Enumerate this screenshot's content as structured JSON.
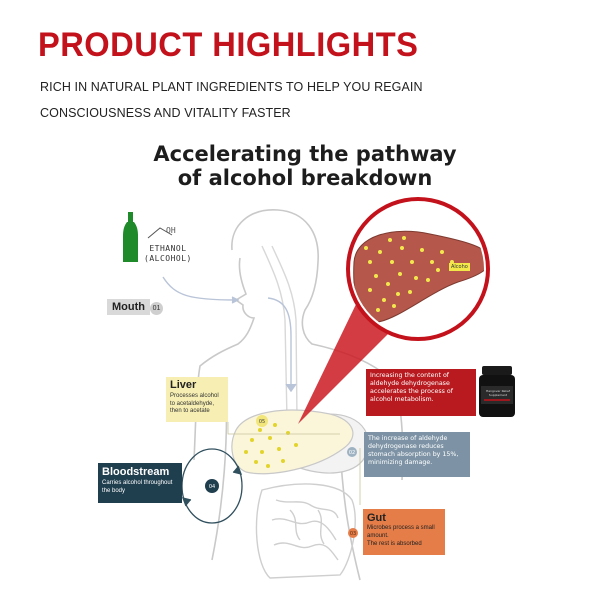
{
  "header": {
    "title": "PRODUCT HIGHLIGHTS",
    "subtitle_line1": "RICH IN NATURAL PLANT INGREDIENTS TO HELP YOU REGAIN",
    "subtitle_line2": "CONSCIOUSNESS AND VITALITY FASTER"
  },
  "diagram": {
    "title_line1": "Accelerating the pathway",
    "title_line2": "of alcohol breakdown",
    "molecule_oh": "OH",
    "ethanol_line1": "ETHANOL",
    "ethanol_line2": "(ALCOHOL)",
    "alcohol_tag": "Alcoho",
    "mouth": {
      "label": "Mouth",
      "step": "01"
    },
    "stomach_step": "02",
    "gut_step": "03",
    "bloodstream_step": "04",
    "liver_step": "05",
    "liver": {
      "title": "Liver",
      "description": "Processes alcohol to acetaldehyde, then to acetate"
    },
    "bloodstream": {
      "title": "Bloodstream",
      "description": "Carries alcohol throughout the body"
    },
    "gut": {
      "title": "Gut",
      "description_line1": "Microbes process a small amount.",
      "description_line2": "The rest is absorbed"
    },
    "enzyme_note": "Increasing the content of aldehyde dehydrogenase accelerates the process of alcohol metabolism.",
    "absorption_note": "The increase of aldehyde dehydrogenase reduces stomach absorption by 15%, minimizing damage.",
    "bottle_label": "Hangover Relief Supplement"
  },
  "colors": {
    "brand_red": "#c3121b",
    "liver_red": "#b5574a",
    "bloodstream_navy": "#1f3e4e",
    "note_blue": "#7d93a5",
    "gut_orange": "#e57d48",
    "liver_yellow": "#f6eeb2",
    "bottle_green": "#1e8a2a"
  },
  "icons": {
    "bottle": "green-bottle-icon",
    "supplement": "supplement-bottle-icon"
  }
}
